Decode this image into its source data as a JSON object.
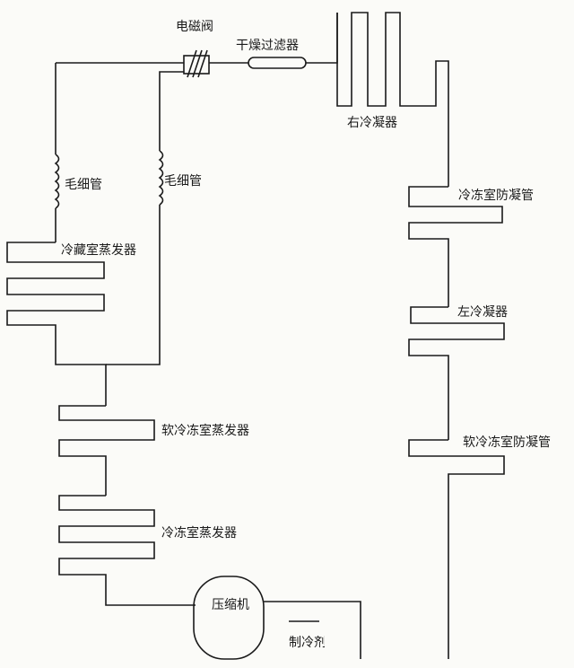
{
  "labels": {
    "solenoid_valve": "电磁阀",
    "dryer_filter": "干燥过滤器",
    "right_condenser": "右冷凝器",
    "capillary_left": "毛细管",
    "capillary_right": "毛细管",
    "fridge_evaporator": "冷藏室蒸发器",
    "freezer_anti_condensation": "冷冻室防凝管",
    "left_condenser": "左冷凝器",
    "soft_freezer_evaporator": "软冷冻室蒸发器",
    "soft_freezer_anti_condensation": "软冷冻室防凝管",
    "freezer_evaporator": "冷冻室蒸发器",
    "compressor": "压缩机",
    "refrigerant_truncated": "制冷剂"
  },
  "colors": {
    "line": "#1a1a1a",
    "background": "#fbfbf8"
  }
}
